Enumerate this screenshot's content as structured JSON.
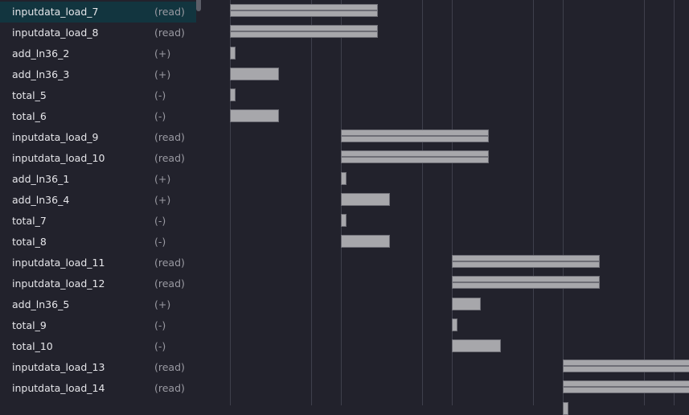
{
  "selected_index": 0,
  "cycle_labels_hidden": true,
  "grid": {
    "cycles": [
      0,
      1,
      2,
      3,
      4
    ],
    "sub_offset": 0.73
  },
  "rows": [
    {
      "name": "inputdata_load_7",
      "op": "(read)",
      "start": 0,
      "dur": 1.33,
      "kind": "read"
    },
    {
      "name": "inputdata_load_8",
      "op": "(read)",
      "start": 0,
      "dur": 1.33,
      "kind": "read"
    },
    {
      "name": "add_ln36_2",
      "op": "(+)",
      "start": 0,
      "dur": 0.05,
      "kind": "op"
    },
    {
      "name": "add_ln36_3",
      "op": "(+)",
      "start": 0,
      "dur": 0.44,
      "kind": "op"
    },
    {
      "name": "total_5",
      "op": "(-)",
      "start": 0,
      "dur": 0.05,
      "kind": "op"
    },
    {
      "name": "total_6",
      "op": "(-)",
      "start": 0,
      "dur": 0.44,
      "kind": "op"
    },
    {
      "name": "inputdata_load_9",
      "op": "(read)",
      "start": 1,
      "dur": 1.33,
      "kind": "read"
    },
    {
      "name": "inputdata_load_10",
      "op": "(read)",
      "start": 1,
      "dur": 1.33,
      "kind": "read"
    },
    {
      "name": "add_ln36_1",
      "op": "(+)",
      "start": 1,
      "dur": 0.05,
      "kind": "op"
    },
    {
      "name": "add_ln36_4",
      "op": "(+)",
      "start": 1,
      "dur": 0.44,
      "kind": "op"
    },
    {
      "name": "total_7",
      "op": "(-)",
      "start": 1,
      "dur": 0.05,
      "kind": "op"
    },
    {
      "name": "total_8",
      "op": "(-)",
      "start": 1,
      "dur": 0.44,
      "kind": "op"
    },
    {
      "name": "inputdata_load_11",
      "op": "(read)",
      "start": 2,
      "dur": 1.33,
      "kind": "read"
    },
    {
      "name": "inputdata_load_12",
      "op": "(read)",
      "start": 2,
      "dur": 1.33,
      "kind": "read"
    },
    {
      "name": "add_ln36_5",
      "op": "(+)",
      "start": 2,
      "dur": 0.26,
      "kind": "op"
    },
    {
      "name": "total_9",
      "op": "(-)",
      "start": 2,
      "dur": 0.05,
      "kind": "op"
    },
    {
      "name": "total_10",
      "op": "(-)",
      "start": 2,
      "dur": 0.44,
      "kind": "op"
    },
    {
      "name": "inputdata_load_13",
      "op": "(read)",
      "start": 3,
      "dur": 1.33,
      "kind": "read"
    },
    {
      "name": "inputdata_load_14",
      "op": "(read)",
      "start": 3,
      "dur": 1.33,
      "kind": "read"
    },
    {
      "name": "",
      "op": "",
      "start": 3,
      "dur": 0.05,
      "kind": "op"
    }
  ]
}
